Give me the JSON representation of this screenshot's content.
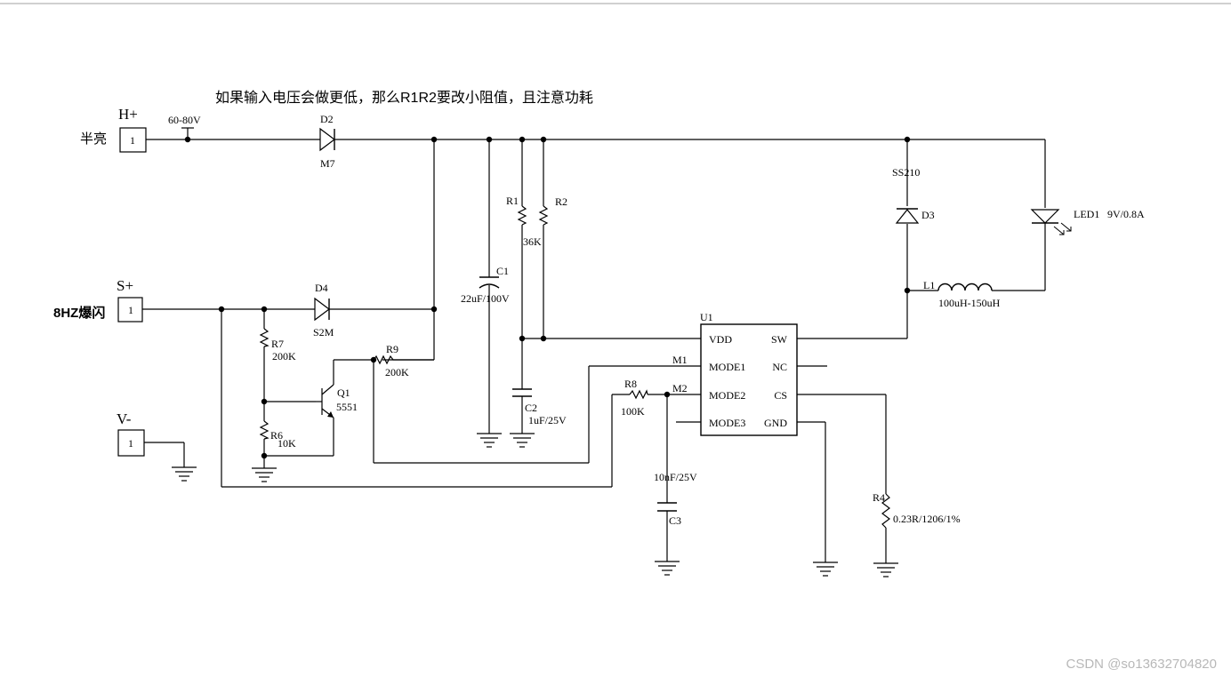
{
  "note": "如果输入电压会做更低，那么R1R2要改小阻值，且注意功耗",
  "connectors": {
    "h_plus": {
      "label": "H+",
      "desc": "半亮",
      "pin": "1"
    },
    "s_plus": {
      "label": "S+",
      "desc": "8HZ爆闪",
      "pin": "1"
    },
    "v_minus": {
      "label": "V-",
      "pin": "1"
    }
  },
  "input_voltage": "60-80V",
  "components": {
    "d2": {
      "ref": "D2",
      "value": "M7"
    },
    "d4": {
      "ref": "D4",
      "value": "S2M"
    },
    "d3": {
      "ref": "D3",
      "value": "SS210"
    },
    "c1": {
      "ref": "C1",
      "value": "22uF/100V"
    },
    "c2": {
      "ref": "C2",
      "value": "1uF/25V"
    },
    "c3": {
      "ref": "C3",
      "value": "10nF/25V"
    },
    "r1": {
      "ref": "R1",
      "value": "36K"
    },
    "r2": {
      "ref": "R2"
    },
    "r4": {
      "ref": "R4",
      "value": "0.23R/1206/1%"
    },
    "r6": {
      "ref": "R6",
      "value": "10K"
    },
    "r7": {
      "ref": "R7",
      "value": "200K"
    },
    "r8": {
      "ref": "R8",
      "value": "100K"
    },
    "r9": {
      "ref": "R9",
      "value": "200K"
    },
    "q1": {
      "ref": "Q1",
      "value": "5551"
    },
    "l1": {
      "ref": "L1",
      "value": "100uH-150uH"
    },
    "led1": {
      "ref": "LED1",
      "value": "9V/0.8A"
    },
    "u1": {
      "ref": "U1",
      "pins_left": [
        "VDD",
        "MODE1",
        "MODE2",
        "MODE3"
      ],
      "pins_right": [
        "SW",
        "NC",
        "CS",
        "GND"
      ]
    }
  },
  "nets": {
    "m1": "M1",
    "m2": "M2"
  },
  "watermark": "CSDN @so13632704820"
}
